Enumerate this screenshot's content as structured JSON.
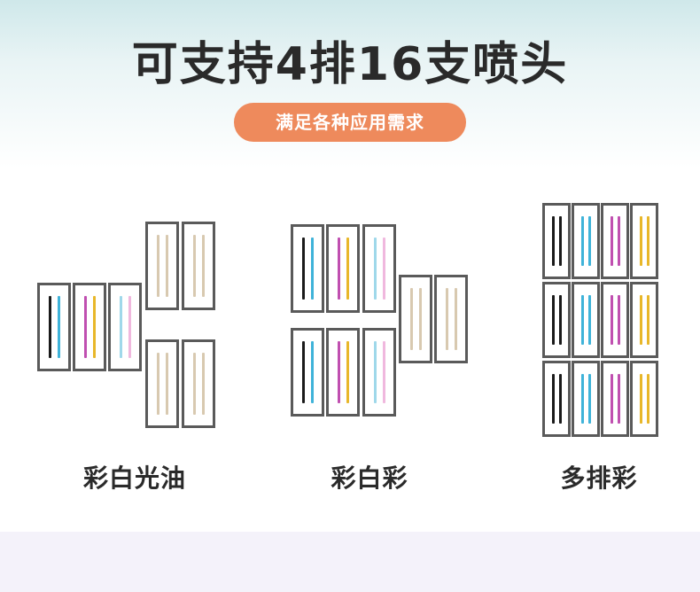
{
  "title": "可支持4排16支喷头",
  "subtitle": "满足各种应用需求",
  "colors": {
    "frame": "#5a5a5a",
    "pill": "#ee8a5c",
    "black": "#1a1a1a",
    "cyan": "#3fb3d9",
    "magenta": "#c04fb0",
    "yellow": "#e8b72a",
    "lightcyan": "#9fd8ea",
    "lightmagenta": "#f0b8de",
    "white": "#d8c9b0"
  },
  "configs": [
    {
      "caption": "彩白光油",
      "heads": [
        {
          "channels": [
            "black",
            "cyan"
          ]
        },
        {
          "channels": [
            "magenta",
            "yellow"
          ]
        },
        {
          "channels": [
            "lightcyan",
            "lightmagenta"
          ]
        },
        {
          "channels": [
            "white",
            "white"
          ]
        },
        {
          "channels": [
            "white",
            "white"
          ]
        },
        {
          "channels": [
            "white",
            "white"
          ]
        },
        {
          "channels": [
            "white",
            "white"
          ]
        }
      ]
    },
    {
      "caption": "彩白彩",
      "heads": [
        {
          "channels": [
            "black",
            "cyan"
          ]
        },
        {
          "channels": [
            "magenta",
            "yellow"
          ]
        },
        {
          "channels": [
            "lightcyan",
            "lightmagenta"
          ]
        },
        {
          "channels": [
            "black",
            "cyan"
          ]
        },
        {
          "channels": [
            "magenta",
            "yellow"
          ]
        },
        {
          "channels": [
            "lightcyan",
            "lightmagenta"
          ]
        },
        {
          "channels": [
            "white",
            "white"
          ]
        },
        {
          "channels": [
            "white",
            "white"
          ]
        }
      ]
    },
    {
      "caption": "多排彩",
      "heads": [
        {
          "channels": [
            "black",
            "black"
          ]
        },
        {
          "channels": [
            "cyan",
            "cyan"
          ]
        },
        {
          "channels": [
            "magenta",
            "magenta"
          ]
        },
        {
          "channels": [
            "yellow",
            "yellow"
          ]
        },
        {
          "channels": [
            "black",
            "black"
          ]
        },
        {
          "channels": [
            "cyan",
            "cyan"
          ]
        },
        {
          "channels": [
            "magenta",
            "magenta"
          ]
        },
        {
          "channels": [
            "yellow",
            "yellow"
          ]
        },
        {
          "channels": [
            "black",
            "black"
          ]
        },
        {
          "channels": [
            "cyan",
            "cyan"
          ]
        },
        {
          "channels": [
            "magenta",
            "magenta"
          ]
        },
        {
          "channels": [
            "yellow",
            "yellow"
          ]
        }
      ]
    }
  ]
}
